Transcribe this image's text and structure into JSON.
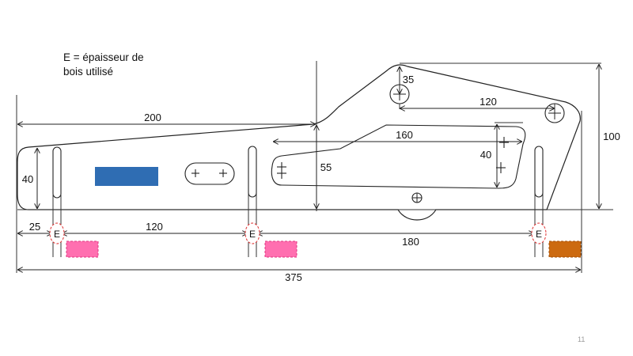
{
  "note": {
    "line1": "E = épaisseur de",
    "line2": "bois utilisé"
  },
  "dimensions": {
    "d200": "200",
    "d120_top": "120",
    "d35": "35",
    "d160": "160",
    "d40_right": "40",
    "d55": "55",
    "d100": "100",
    "d40_left": "40",
    "d25": "25",
    "d120_bottom": "120",
    "d180": "180",
    "d375": "375"
  },
  "thickness_markers": [
    "E",
    "E",
    "E"
  ],
  "colors": {
    "blue_block": "#2f6db3",
    "pink_block": "#ff6fb0",
    "pink_block_border": "#e0357f",
    "orange_block": "#cc6a10",
    "orange_block_border": "#a24f08",
    "marker_circle": "#e03030",
    "line": "#222222"
  },
  "page_number": "11"
}
